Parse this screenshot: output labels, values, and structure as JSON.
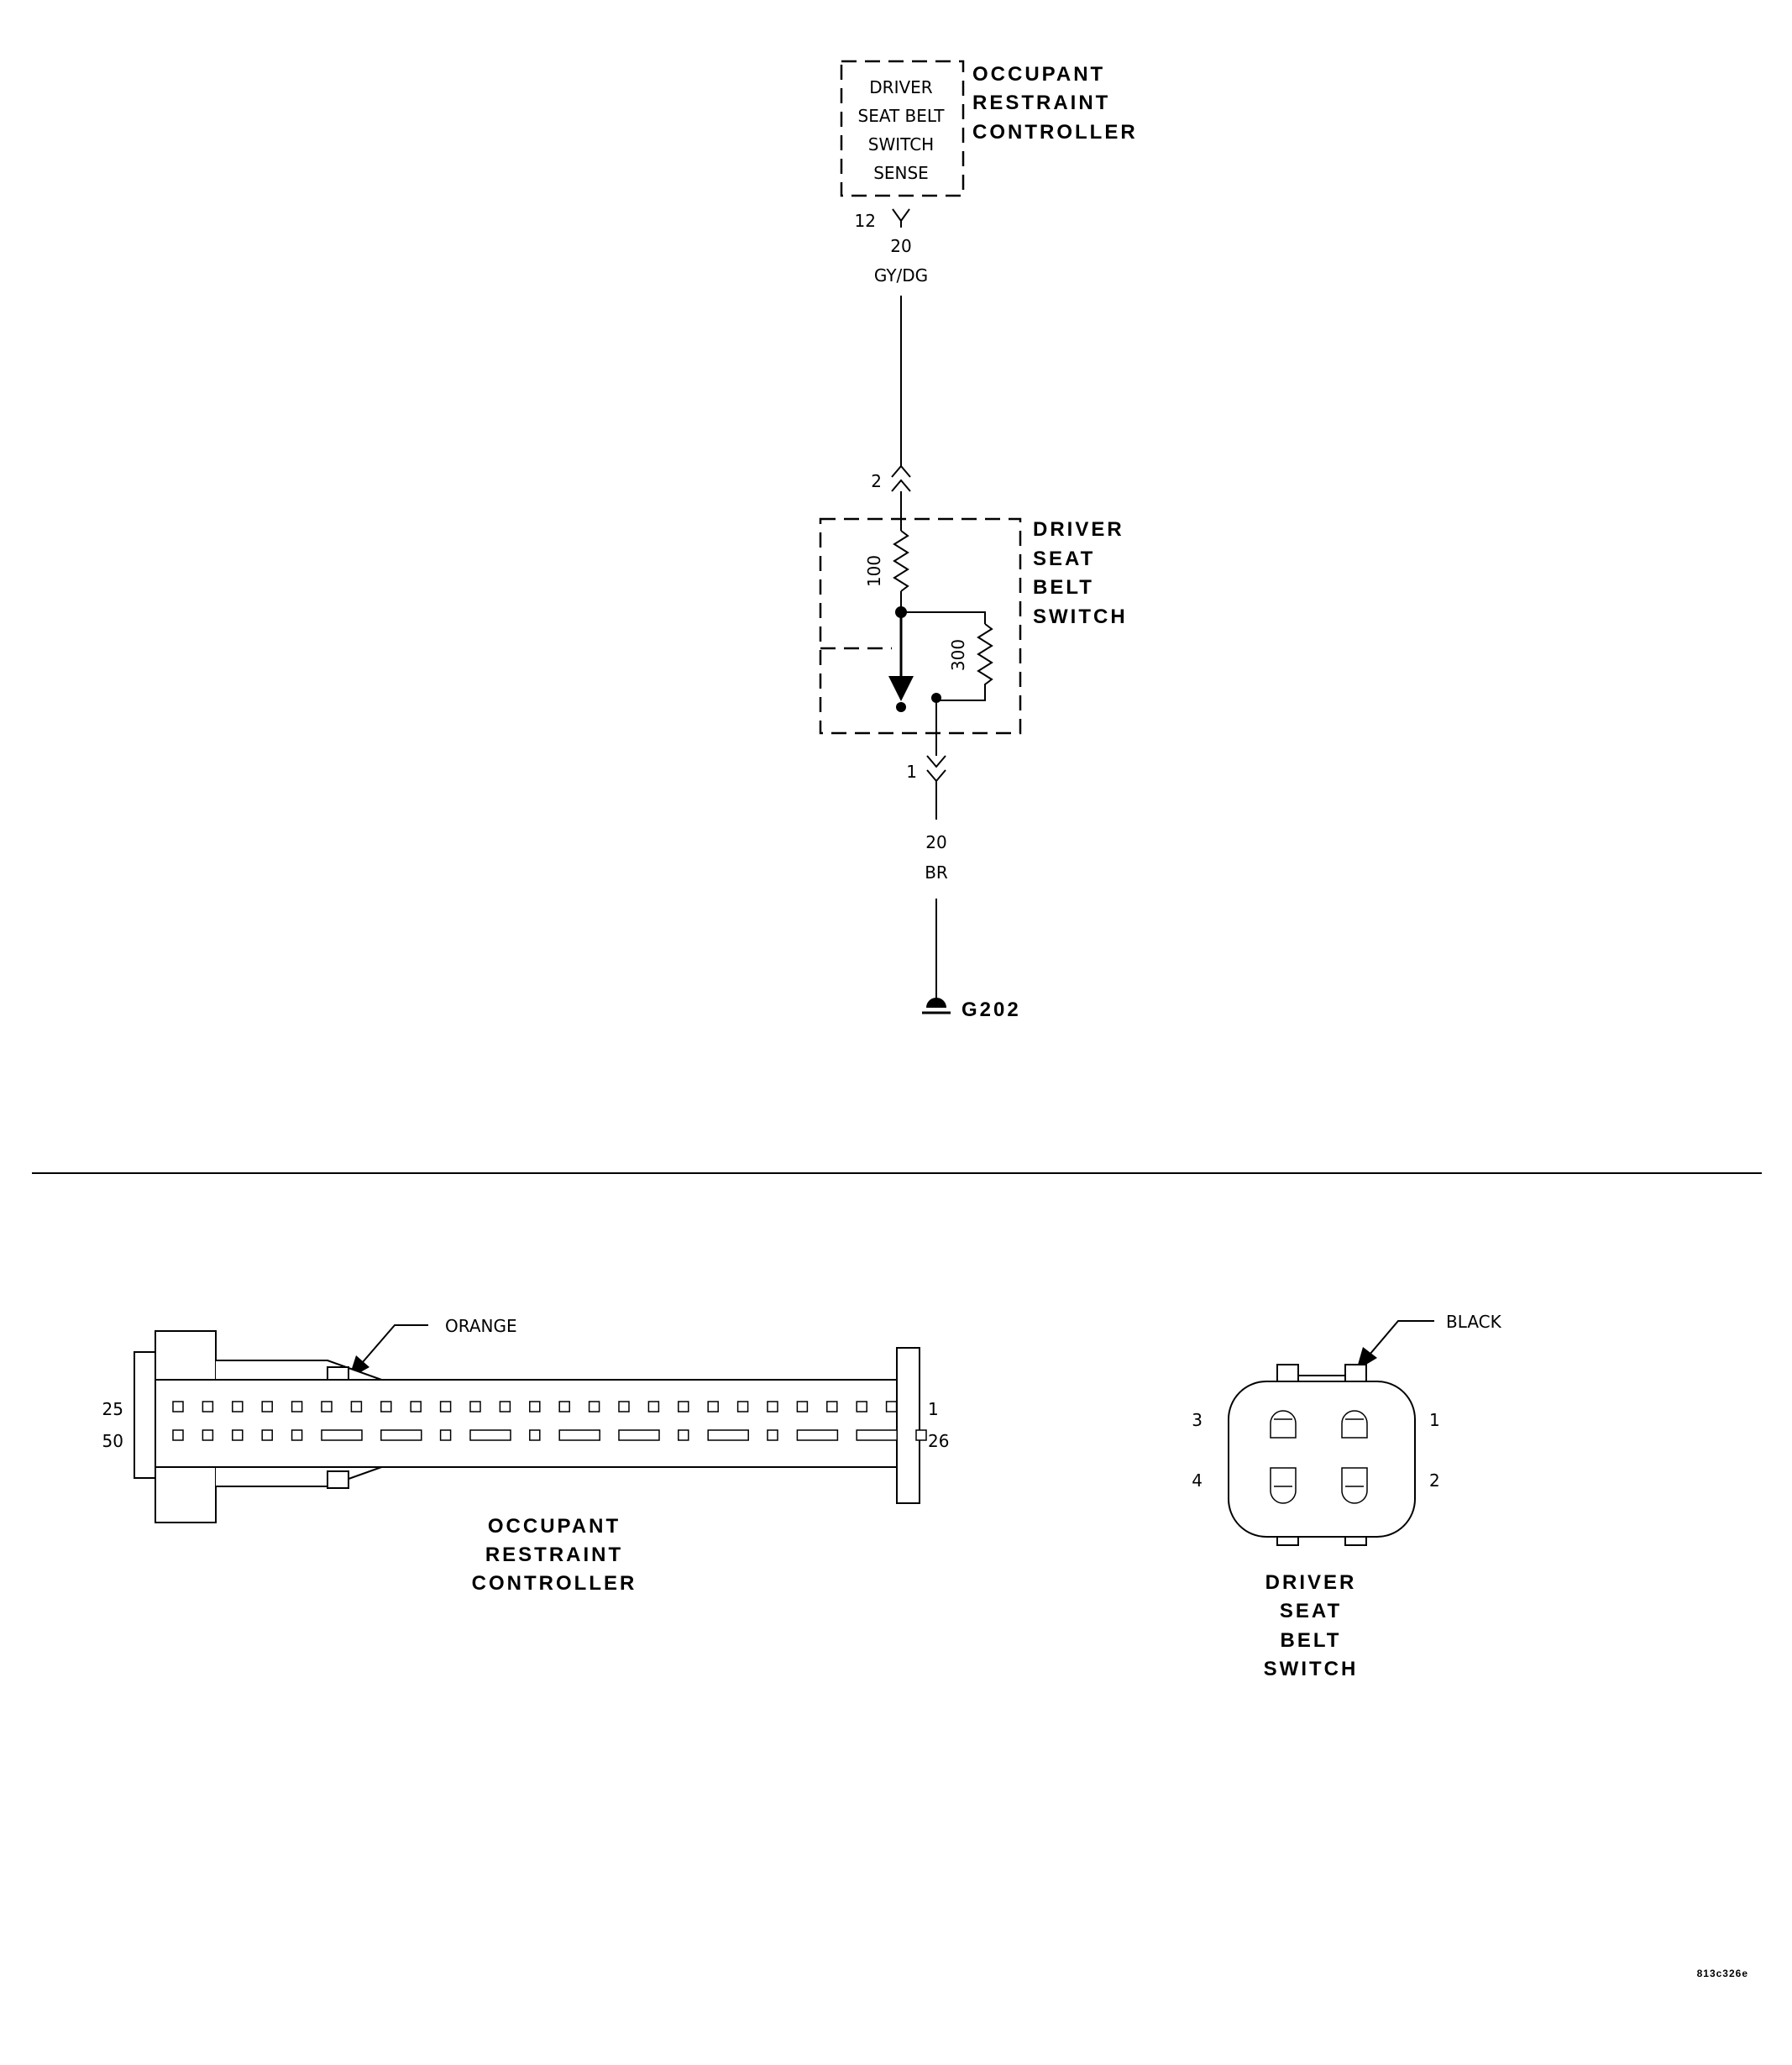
{
  "orc_box": {
    "inner_lines": [
      "DRIVER",
      "SEAT BELT",
      "SWITCH",
      "SENSE"
    ],
    "title_lines": [
      "OCCUPANT",
      "RESTRAINT",
      "CONTROLLER"
    ]
  },
  "wire_top": {
    "pin": "12",
    "gauge": "20",
    "color": "GY/DG"
  },
  "switch_box": {
    "title_lines": [
      "DRIVER",
      "SEAT",
      "BELT",
      "SWITCH"
    ],
    "pin_top": "2",
    "pin_bottom": "1",
    "resistor_1": "100",
    "resistor_2": "300"
  },
  "wire_bottom": {
    "gauge": "20",
    "color": "BR"
  },
  "ground": {
    "label": "G202"
  },
  "orc_connector": {
    "color_label": "ORANGE",
    "pin_left_top": "25",
    "pin_left_bottom": "50",
    "pin_right_top": "1",
    "pin_right_bottom": "26",
    "title_lines": [
      "OCCUPANT",
      "RESTRAINT",
      "CONTROLLER"
    ]
  },
  "switch_connector": {
    "color_label": "BLACK",
    "pins": [
      "1",
      "2",
      "3",
      "4"
    ],
    "title_lines": [
      "DRIVER",
      "SEAT",
      "BELT",
      "SWITCH"
    ]
  },
  "figure_id": "813c326e"
}
